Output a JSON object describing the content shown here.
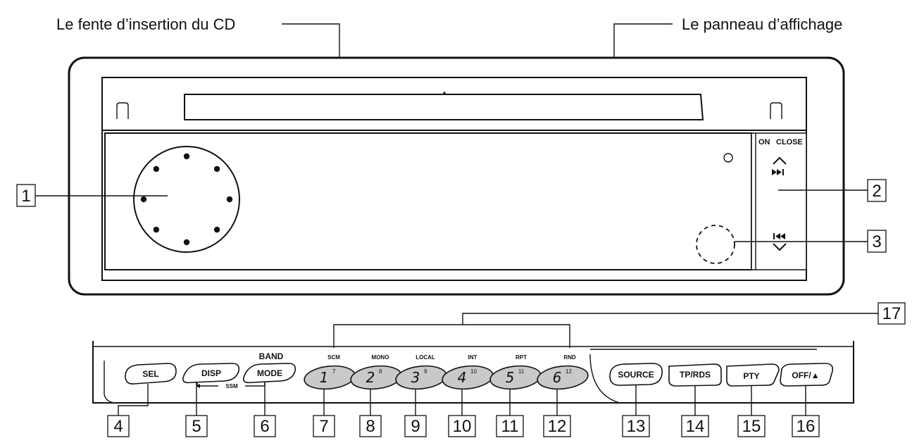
{
  "labels": {
    "cd_slot": "Le fente d’insertion du CD",
    "display_panel": "Le panneau d’affichage"
  },
  "faceplate": {
    "on": "ON",
    "close": "CLOSE"
  },
  "callouts": [
    "1",
    "2",
    "3",
    "4",
    "5",
    "6",
    "7",
    "8",
    "9",
    "10",
    "11",
    "12",
    "13",
    "14",
    "15",
    "16",
    "17"
  ],
  "controls": {
    "sel": "SEL",
    "disp": "DISP",
    "band": "BAND",
    "mode": "MODE",
    "ssm": "SSM",
    "source": "SOURCE",
    "tp_rds": "TP/RDS",
    "pty": "PTY",
    "off_eject": "OFF/▲"
  },
  "presets": [
    {
      "num": "1",
      "sup": "7",
      "top": "SCM"
    },
    {
      "num": "2",
      "sup": "8",
      "top": "MONO"
    },
    {
      "num": "3",
      "sup": "9",
      "top": "LOCAL"
    },
    {
      "num": "4",
      "sup": "10",
      "top": "INT"
    },
    {
      "num": "5",
      "sup": "11",
      "top": "RPT"
    },
    {
      "num": "6",
      "sup": "12",
      "top": "RND"
    }
  ],
  "icons": {
    "up": "chevron-up-icon",
    "down": "chevron-down-icon",
    "next": "skip-next-icon",
    "prev": "skip-previous-icon"
  }
}
